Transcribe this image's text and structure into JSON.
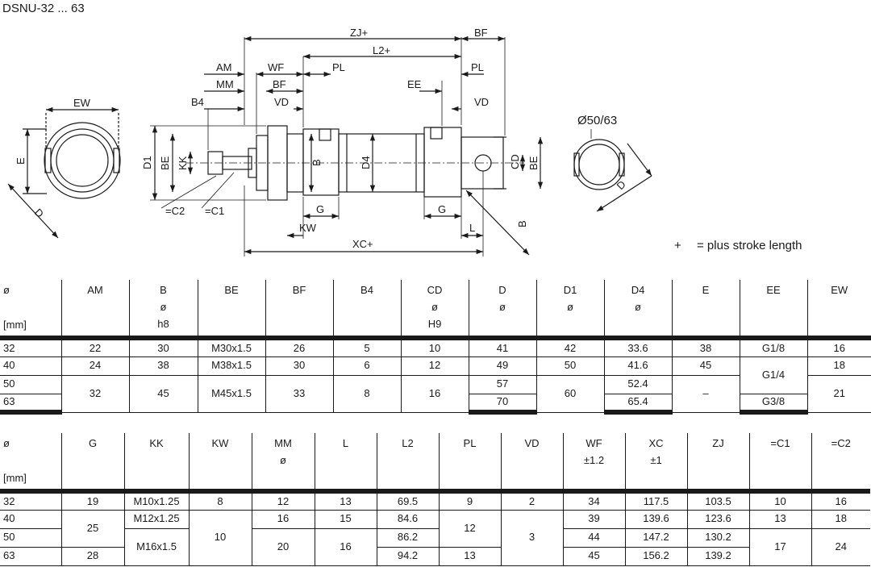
{
  "title": "DSNU-32 ... 63",
  "note": {
    "plus": "+",
    "text": "= plus stroke length"
  },
  "drawing": {
    "labels": {
      "zj": "ZJ+",
      "bf_top": "BF",
      "l2": "L2+",
      "pl_r": "PL",
      "am": "AM",
      "wf": "WF",
      "pl_l": "PL",
      "mm": "MM",
      "bf_l": "BF",
      "ee": "EE",
      "b4": "B4",
      "vd_l": "VD",
      "vd_r": "VD",
      "ew": "EW",
      "e": "E",
      "d_left": "D",
      "d1": "D1",
      "be_l": "BE",
      "kk": "KK",
      "b_mid": "B",
      "d4": "D4",
      "cd": "CD",
      "be_r": "BE",
      "g_l": "G",
      "g_r": "G",
      "l": "L",
      "kw": "KW",
      "xc": "XC+",
      "b_r": "B",
      "spanner2": "=C2",
      "spanner1": "=C1",
      "bore": "Ø50/63",
      "d_right": "D"
    }
  },
  "table1": {
    "header": [
      [
        "ø",
        "",
        "[mm]"
      ],
      [
        "AM"
      ],
      [
        "B",
        "ø",
        "h8"
      ],
      [
        "BE"
      ],
      [
        "BF"
      ],
      [
        "B4"
      ],
      [
        "CD",
        "ø",
        "H9"
      ],
      [
        "D",
        "ø"
      ],
      [
        "D1",
        "ø"
      ],
      [
        "D4",
        "ø"
      ],
      [
        "E"
      ],
      [
        "EE"
      ],
      [
        "EW"
      ]
    ],
    "rows": [
      [
        "32",
        "22",
        "30",
        "M30x1.5",
        "26",
        "5",
        "10",
        "41",
        "42",
        "33.6",
        "38",
        "G1/8",
        "16"
      ],
      [
        "40",
        "24",
        "38",
        "M38x1.5",
        "30",
        "6",
        "12",
        "49",
        "50",
        "41.6",
        "45",
        "G1/4",
        "18"
      ],
      [
        "50",
        "32",
        "45",
        "M45x1.5",
        "33",
        "8",
        "16",
        "57",
        "60",
        "52.4",
        "–",
        "",
        "21"
      ],
      [
        "63",
        "",
        "",
        "",
        "",
        "",
        "",
        "70",
        "",
        "65.4",
        "",
        "G3/8",
        ""
      ]
    ]
  },
  "table2": {
    "header": [
      [
        "ø",
        "",
        "[mm]"
      ],
      [
        "G"
      ],
      [
        "KK"
      ],
      [
        "KW"
      ],
      [
        "MM",
        "ø"
      ],
      [
        "L"
      ],
      [
        "L2"
      ],
      [
        "PL"
      ],
      [
        "VD"
      ],
      [
        "WF",
        "±1.2"
      ],
      [
        "XC",
        "±1"
      ],
      [
        "ZJ"
      ],
      [
        "=C1"
      ],
      [
        "=C2"
      ]
    ],
    "rows": [
      [
        "32",
        "19",
        "M10x1.25",
        "8",
        "12",
        "13",
        "69.5",
        "9",
        "2",
        "34",
        "117.5",
        "103.5",
        "10",
        "16"
      ],
      [
        "40",
        "25",
        "M12x1.25",
        "10",
        "16",
        "15",
        "84.6",
        "12",
        "3",
        "39",
        "139.6",
        "123.6",
        "13",
        "18"
      ],
      [
        "50",
        "",
        "M16x1.5",
        "",
        "20",
        "16",
        "86.2",
        "",
        "",
        "44",
        "147.2",
        "130.2",
        "17",
        "24"
      ],
      [
        "63",
        "28",
        "",
        "",
        "",
        "",
        "94.2",
        "13",
        "",
        "45",
        "156.2",
        "139.2",
        "",
        ""
      ]
    ]
  }
}
